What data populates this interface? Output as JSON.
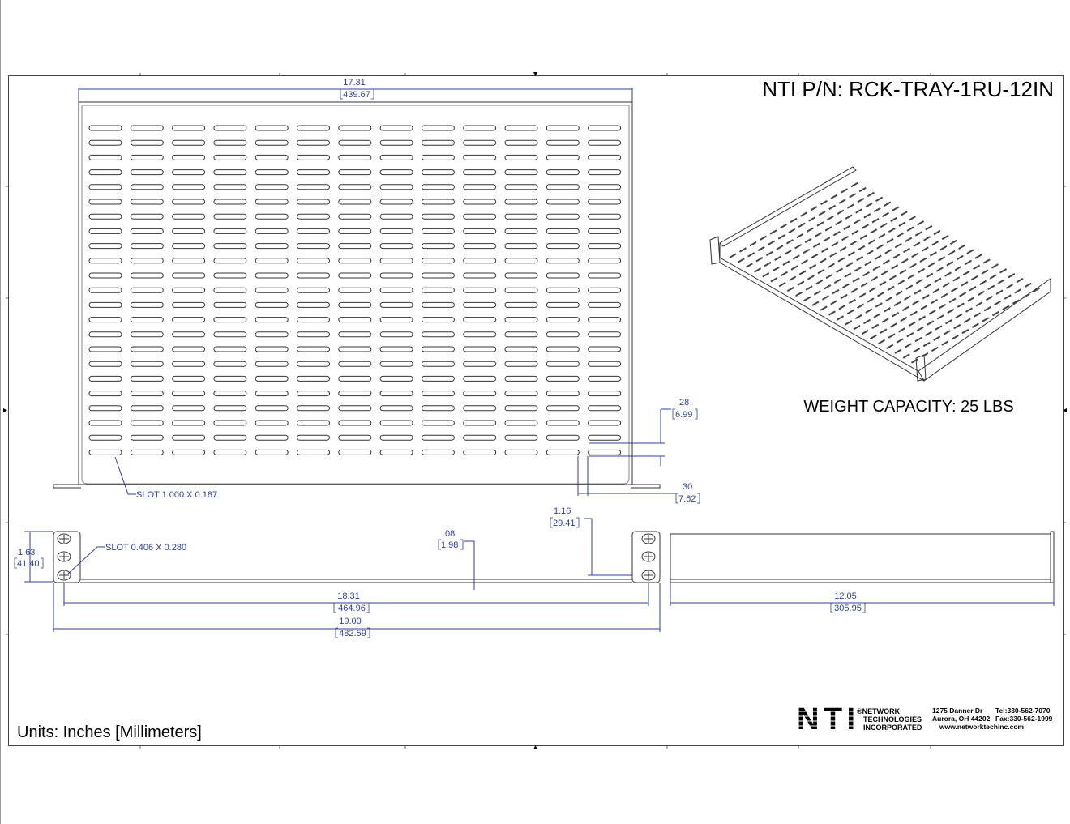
{
  "title": "NTI P/N: RCK-TRAY-1RU-12IN",
  "weight_capacity": "WEIGHT CAPACITY: 25 LBS",
  "units": "Units: Inches [Millimeters]",
  "colors": {
    "dimension": "#2c3f9e",
    "line": "#000000"
  },
  "slot_grid": {
    "columns": 13,
    "rows": 23
  },
  "dimensions": {
    "top_width": {
      "in": "17.31",
      "mm": "439.67"
    },
    "slot_top": "SLOT 1.000 X 0.187",
    "flange_offset": {
      "in": ".28",
      "mm": "6.99"
    },
    "lip": {
      "in": ".30",
      "mm": "7.62"
    },
    "ear_height": {
      "in": "1.63",
      "mm": "41.40"
    },
    "slot_ear": "SLOT 0.406 X 0.280",
    "thickness": {
      "in": ".08",
      "mm": "1.98"
    },
    "ear_depth": {
      "in": "1.16",
      "mm": "29.41"
    },
    "inner_width": {
      "in": "18.31",
      "mm": "464.96"
    },
    "overall_width": {
      "in": "19.00",
      "mm": "482.59"
    },
    "depth": {
      "in": "12.05",
      "mm": "305.95"
    }
  },
  "company": {
    "logo": "NTI",
    "name_lines": [
      "®NETWORK",
      "TECHNOLOGIES",
      "INCORPORATED"
    ],
    "address_1": "1275 Danner Dr",
    "address_2": "Aurora, OH 44202",
    "tel": "Tel:330-562-7070",
    "fax": "Fax:330-562-1999",
    "web": "www.networktechinc.com"
  }
}
